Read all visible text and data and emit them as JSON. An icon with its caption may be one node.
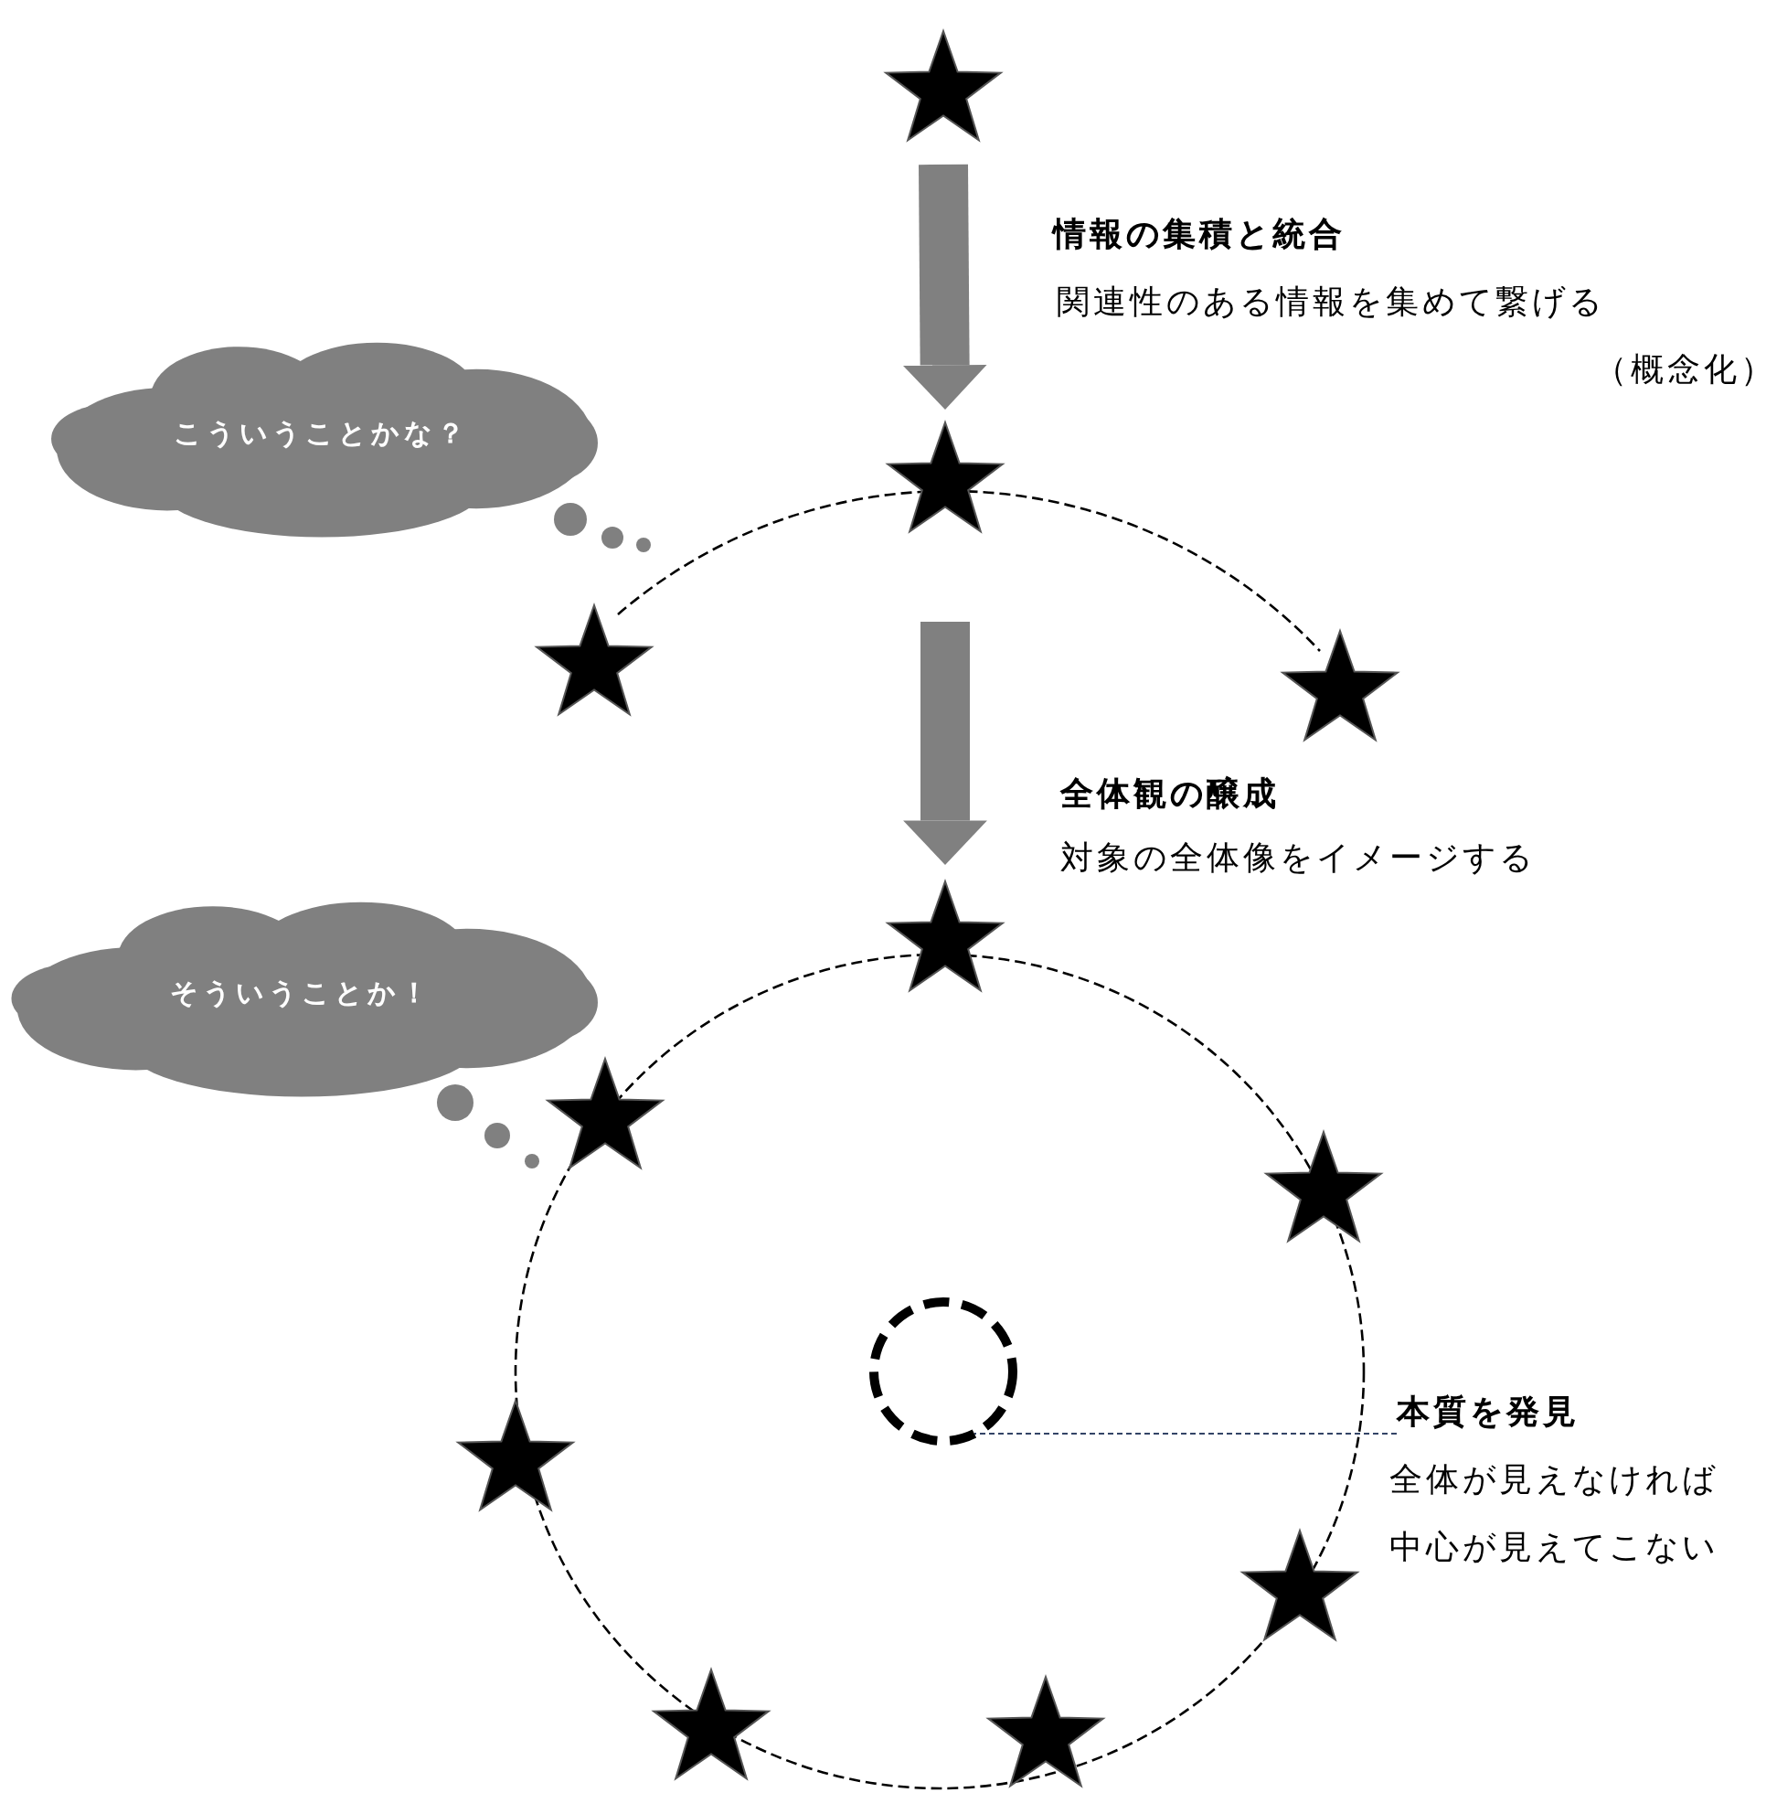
{
  "diagram": {
    "nodes": [
      {
        "text": [],
        "shape": "star"
      },
      {
        "text": [],
        "shape": "star"
      },
      {
        "text": [],
        "shape": "star"
      },
      {
        "text": [],
        "shape": "star"
      },
      {
        "text": [],
        "shape": "star"
      },
      {
        "text": [],
        "shape": "star"
      },
      {
        "text": [],
        "shape": "star"
      },
      {
        "text": [],
        "shape": "star"
      },
      {
        "text": [],
        "shape": "star"
      },
      {
        "text": [],
        "shape": "star"
      },
      {
        "text": [],
        "shape": "star"
      },
      {
        "text": [],
        "shape": "circle"
      },
      {
        "text": [
          "こういうことかな？"
        ]
      },
      {
        "text": [
          "そういうことか！"
        ]
      },
      {
        "text": [
          "本質を発見"
        ]
      }
    ],
    "edges": [
      {
        "from": 0,
        "to": 1,
        "arrow": "to"
      },
      {
        "from": 1,
        "to": 4,
        "arrow": "to"
      },
      {
        "from": 14,
        "to": 11,
        "arrow": "none",
        "style": "dashed",
        "color": "#334466"
      }
    ],
    "labels": [
      "情報の集積と統合",
      "関連性のある情報を集めて繋げる",
      "（概念化）",
      "全体観の醸成",
      "対象の全体像をイメージする",
      "全体が見えなければ",
      "中心が見えてこない"
    ]
  }
}
